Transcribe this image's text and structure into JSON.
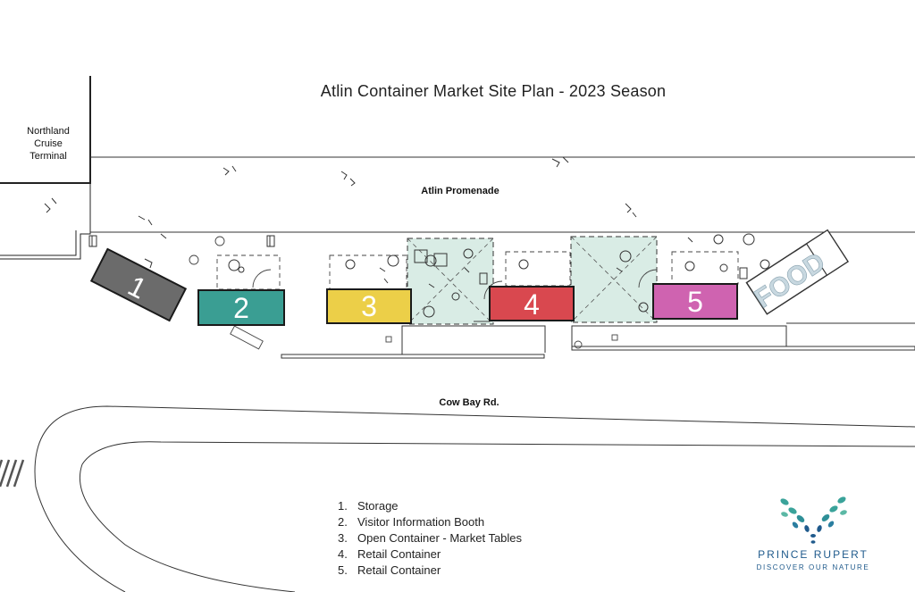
{
  "title": "Atlin Container Market Site Plan - 2023 Season",
  "labels": {
    "terminal": [
      "Northland",
      "Cruise",
      "Terminal"
    ],
    "promenade": "Atlin Promenade",
    "road": "Cow Bay Rd.",
    "food": "FOOD"
  },
  "containers": [
    {
      "number": "1",
      "color": "#6b6b6b"
    },
    {
      "number": "2",
      "color": "#3a9e93"
    },
    {
      "number": "3",
      "color": "#eccf48"
    },
    {
      "number": "4",
      "color": "#d9484f"
    },
    {
      "number": "5",
      "color": "#cf63b0"
    }
  ],
  "legend": [
    {
      "number": "1.",
      "label": "Storage"
    },
    {
      "number": "2.",
      "label": "Visitor Information Booth"
    },
    {
      "number": "3.",
      "label": "Open Container - Market Tables"
    },
    {
      "number": "4.",
      "label": "Retail Container"
    },
    {
      "number": "5.",
      "label": "Retail Container"
    }
  ],
  "brand": {
    "name": "PRINCE RUPERT",
    "tagline": "DISCOVER OUR NATURE"
  },
  "colors": {
    "tent_fill": "#d9ece5",
    "line": "#333333",
    "logo_teal": "#3aa39a",
    "logo_blue": "#1f5a8c"
  }
}
